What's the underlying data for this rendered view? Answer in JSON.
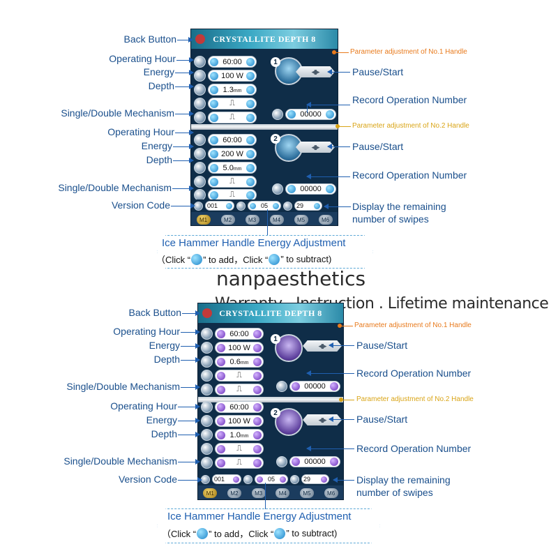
{
  "labels": {
    "back_button": "Back Button",
    "operating_hour": "Operating Hour",
    "energy": "Energy",
    "depth": "Depth",
    "single_double": "Single/Double Mechanism",
    "version_code": "Version Code",
    "param_h1": "Parameter adjustment of No.1 Handle",
    "param_h2": "Parameter adjustment of No.2 Handle",
    "pause_start": "Pause/Start",
    "record_op": "Record Operation Number",
    "remaining_1": "Display the remaining",
    "remaining_2": "number of swipes"
  },
  "callout": {
    "title": "Ice Hammer Handle Energy Adjustment",
    "sub_open": "（Click “",
    "sub_add": "” to add，Click “",
    "sub_subtract": "” to subtract)"
  },
  "brand": {
    "name": "nanpaesthetics",
    "tagline": "Warranty . Instruction . Lifetime maintenance"
  },
  "screens": [
    {
      "title": "CRYSTALLITE DEPTH 8",
      "h1": {
        "badge": "1",
        "time": "60:00",
        "energy": "100 W",
        "depth": "1.3",
        "depth_unit": "mm",
        "counter": "00000"
      },
      "h2": {
        "badge": "2",
        "time": "60:00",
        "energy": "200 W",
        "depth": "5.0",
        "depth_unit": "mm",
        "counter": "00000"
      },
      "bottom": {
        "version": "001",
        "energy_code": "05",
        "remaining": "29"
      },
      "modes": [
        "M1",
        "M2",
        "M3",
        "M4",
        "M5",
        "M6"
      ]
    },
    {
      "title": "CRYSTALLITE DEPTH 8",
      "h1": {
        "badge": "1",
        "time": "60:00",
        "energy": "100 W",
        "depth": "0.6",
        "depth_unit": "mm",
        "counter": "00000"
      },
      "h2": {
        "badge": "2",
        "time": "60:00",
        "energy": "100 W",
        "depth": "1.0",
        "depth_unit": "mm",
        "counter": "00000"
      },
      "bottom": {
        "version": "001",
        "energy_code": "05",
        "remaining": "29"
      },
      "modes": [
        "M1",
        "M2",
        "M3",
        "M4",
        "M5",
        "M6"
      ]
    }
  ],
  "colors": {
    "screen_bg": "#0d2740",
    "label": "#1a4f8c",
    "h1_label": "#e87a1c",
    "h2_label": "#d9a416",
    "btn_blue": "#1c84c9",
    "btn_purple": "#6a2fb8"
  },
  "icons": [
    "back-icon",
    "clock-icon",
    "energy-icon",
    "depth-icon",
    "mechanism-icon",
    "play-pause-icon",
    "plus-icon",
    "minus-icon"
  ]
}
